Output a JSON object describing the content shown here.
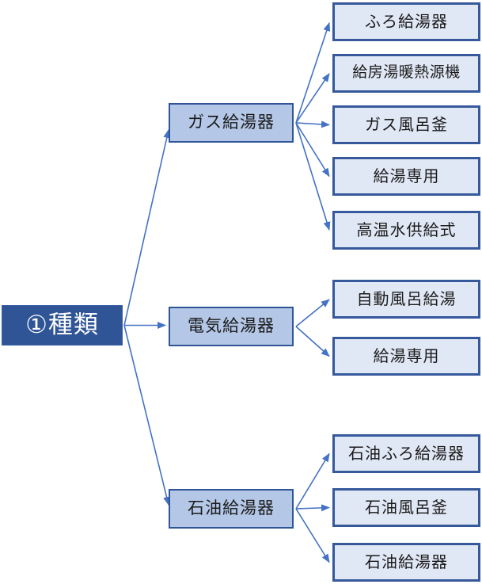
{
  "diagram": {
    "root": {
      "label": "①種類"
    },
    "branches": [
      {
        "label": "ガス給湯器",
        "children": [
          "ふろ給湯器",
          "給房湯暖熱源機",
          "ガス風呂釜",
          "給湯専用",
          "高温水供給式"
        ]
      },
      {
        "label": "電気給湯器",
        "children": [
          "自動風呂給湯",
          "給湯専用"
        ]
      },
      {
        "label": "石油給湯器",
        "children": [
          "石油ふろ給湯器",
          "石油風呂釜",
          "石油給湯器"
        ]
      }
    ],
    "colors": {
      "background": "#FFFFFF",
      "root_fill": "#2F5597",
      "root_text": "#FFFFFF",
      "branch_fill": "#B4C7E7",
      "branch_border": "#2F5597",
      "leaf_fill": "#E1E8F5",
      "leaf_border": "#35599B",
      "connector": "#4472C4",
      "node_text": "#1A1A1A"
    }
  }
}
